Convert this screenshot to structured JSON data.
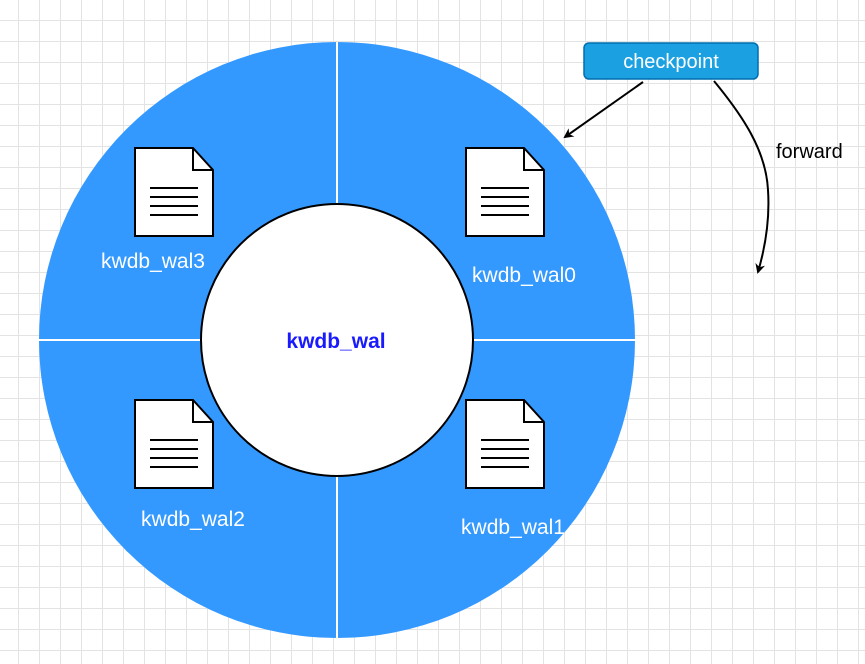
{
  "ring": {
    "center_label": "kwdb_wal",
    "segments": [
      {
        "label": "kwdb_wal0",
        "icon": "document-icon"
      },
      {
        "label": "kwdb_wal1",
        "icon": "document-icon"
      },
      {
        "label": "kwdb_wal2",
        "icon": "document-icon"
      },
      {
        "label": "kwdb_wal3",
        "icon": "document-icon"
      }
    ]
  },
  "checkpoint": {
    "label": "checkpoint"
  },
  "forward": {
    "label": "forward"
  },
  "colors": {
    "ring_fill": "#3399ff",
    "checkpoint_fill": "#1ba1e2",
    "checkpoint_stroke": "#006eaf",
    "center_text": "#1a1aff",
    "grid_line": "#e3e3e3"
  }
}
